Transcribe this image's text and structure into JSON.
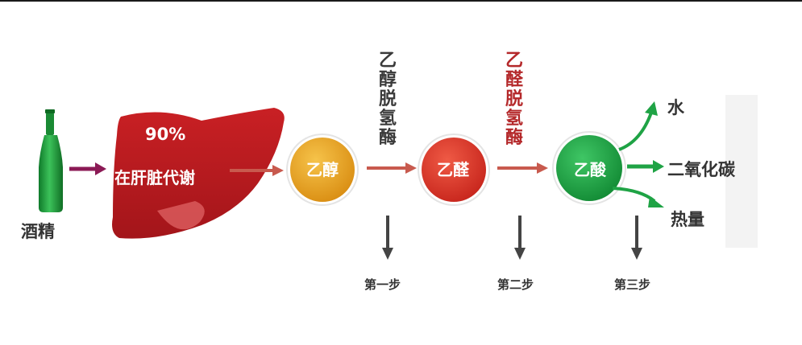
{
  "source": {
    "label": "酒精"
  },
  "liver": {
    "percent": "90%",
    "label": "在肝脏代谢"
  },
  "compounds": {
    "ethanol": "乙醇",
    "acetaldehyde": "乙醛",
    "acetic_acid": "乙酸"
  },
  "enzymes": {
    "first": "乙醇脱氢酶",
    "second": "乙醛脱氢酶"
  },
  "products": {
    "water": "水",
    "co2_water": "二氧化碳",
    "heat": "热量"
  },
  "steps": [
    "第一步",
    "第二步",
    "第三步"
  ],
  "colors": {
    "bottle": "#1f9a3c",
    "liver": "#b3191d",
    "ethanol_circle": "#e7a020",
    "acetaldehyde_circle": "#d9362a",
    "acetic_acid_circle": "#1fa345",
    "arrow_red": "#c85a4e",
    "arrow_purple": "#8b1a55",
    "arrow_green": "#1fa345",
    "arrow_gray": "#444444"
  }
}
